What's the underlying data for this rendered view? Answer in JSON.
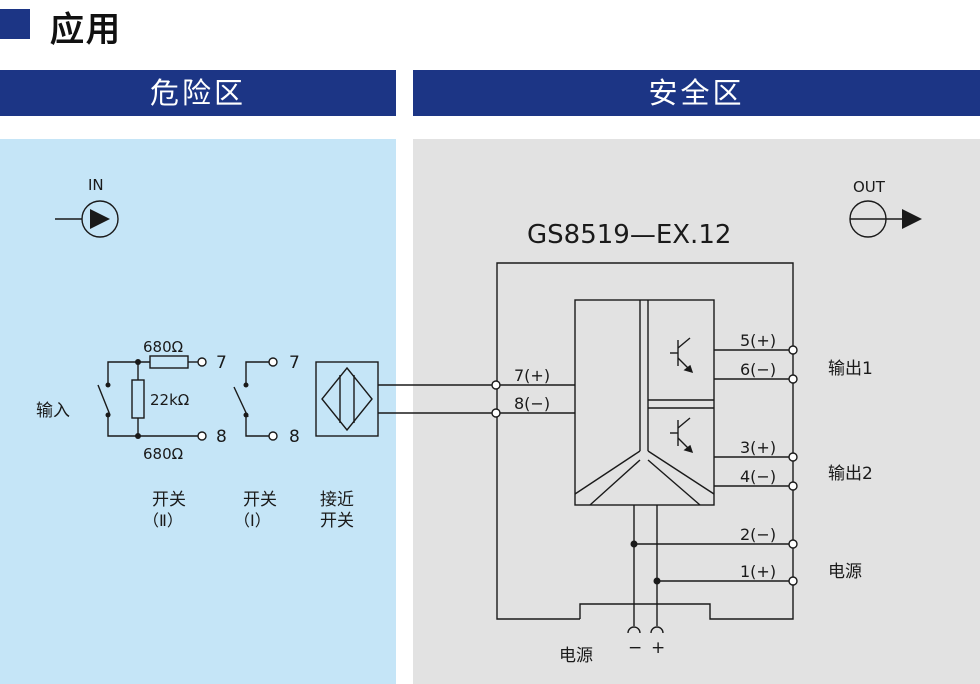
{
  "heading": "应用",
  "zones": {
    "hazard": "危险区",
    "safe": "安全区"
  },
  "in_label": "IN",
  "out_label": "OUT",
  "model": "GS8519—EX.12",
  "input_label": "输入",
  "resistors": {
    "top": "680Ω",
    "middle": "22kΩ",
    "bottom": "680Ω"
  },
  "terminals": {
    "sw2_top": "7",
    "sw2_bottom": "8",
    "sw1_top": "7",
    "sw1_bottom": "8"
  },
  "captions": {
    "switch2_line1": "开关",
    "switch2_line2": "（Ⅱ）",
    "switch1_line1": "开关",
    "switch1_line2": "（Ⅰ）",
    "prox_line1": "接近",
    "prox_line2": "开关"
  },
  "pins_in": {
    "p7": "7(+)",
    "p8": "8(−)"
  },
  "pins_out": {
    "p5": "5(+)",
    "p6": "6(−)",
    "p3": "3(+)",
    "p4": "4(−)",
    "p2": "2(−)",
    "p1": "1(+)"
  },
  "right_labels": {
    "out1": "输出1",
    "out2": "输出2",
    "power": "电源"
  },
  "bottom_power": "电源",
  "bottom_minus": "−",
  "bottom_plus": "+",
  "colors": {
    "brand": "#1c3585",
    "hazard_bg": "#c5e5f7",
    "safe_bg": "#e2e2e2",
    "line": "#1a1a1a"
  }
}
